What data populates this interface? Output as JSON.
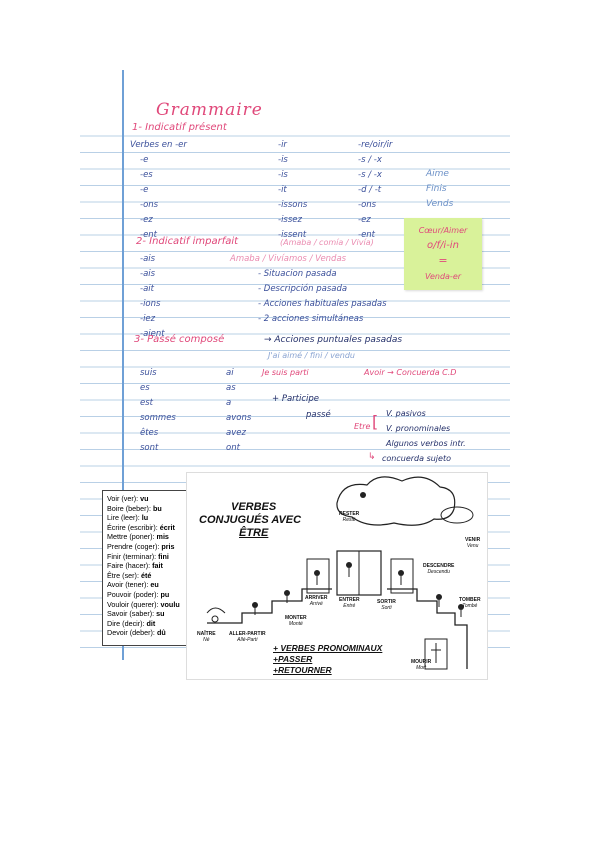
{
  "title": "Grammaire",
  "section1": {
    "heading": "1- Indicatif présent",
    "col_heads": [
      "Verbes en -er",
      "-ir",
      "-re/oir/ir"
    ],
    "rows": [
      [
        "-e",
        "-is",
        "-s / -x"
      ],
      [
        "-es",
        "-is",
        "-s / -x"
      ],
      [
        "-e",
        "-it",
        "-d / -t"
      ],
      [
        "-ons",
        "-issons",
        "-ons"
      ],
      [
        "-ez",
        "-issez",
        "-ez"
      ],
      [
        "-ent",
        "-issent",
        "-ent"
      ]
    ],
    "examples": [
      "Aime",
      "Finis",
      "Vends"
    ]
  },
  "sticky": {
    "line1": "Cœur/Aimer",
    "line2": "o/f/i-in",
    "line3": "=",
    "line4": "Venda-er"
  },
  "section2": {
    "heading": "2- Indicatif imparfait",
    "heading_note": "(Amaba / comía / Vivía)",
    "rows": [
      [
        "-ais",
        "Amaba / Vivíamos / Vendas"
      ],
      [
        "-ais",
        "- Situacion pasada"
      ],
      [
        "-ait",
        "- Descripción pasada"
      ],
      [
        "-ions",
        "- Acciones habituales pasadas"
      ],
      [
        "-iez",
        "- 2 acciones simultáneas"
      ],
      [
        "-aient",
        ""
      ]
    ]
  },
  "section3": {
    "heading": "3- Passé composé",
    "heading_note": "→ Acciones puntuales pasadas",
    "example_line": "J'ai aimé / fini / vendu",
    "etre": [
      "suis",
      "es",
      "est",
      "sommes",
      "êtes",
      "sont"
    ],
    "avoir": [
      "ai",
      "as",
      "a",
      "avons",
      "avez",
      "ont"
    ],
    "participle_note": "Je suis parti",
    "avoir_note": "Avoir → Concuerda C.D",
    "plus": "+ Participe",
    "passe": "passé",
    "bracket_head": "Etre",
    "bracket": [
      "V. pasivos",
      "V. pronominales",
      "Algunos verbos intr."
    ],
    "agree": "concuerda sujeto"
  },
  "verbs": [
    {
      "v": "Voir (ver):",
      "p": "vu"
    },
    {
      "v": "Boire (beber):",
      "p": "bu"
    },
    {
      "v": "Lire (leer):",
      "p": "lu"
    },
    {
      "v": "Écrire (escribir):",
      "p": "écrit"
    },
    {
      "v": "Mettre (poner):",
      "p": "mis"
    },
    {
      "v": "Prendre (coger):",
      "p": "pris"
    },
    {
      "v": "Finir (terminar):",
      "p": "fini"
    },
    {
      "v": "Faire (hacer):",
      "p": "fait"
    },
    {
      "v": "Être (ser):",
      "p": "été"
    },
    {
      "v": "Avoir (tener):",
      "p": "eu"
    },
    {
      "v": "Pouvoir (poder):",
      "p": "pu"
    },
    {
      "v": "Vouloir (querer):",
      "p": "voulu"
    },
    {
      "v": "Savoir (saber):",
      "p": "su"
    },
    {
      "v": "Dire (decir):",
      "p": "dit"
    },
    {
      "v": "Devoir (deber):",
      "p": "dû"
    }
  ],
  "clipping": {
    "title1": "VERBES",
    "title2": "CONJUGUÉS AVEC",
    "title3": "ÊTRE",
    "labels": {
      "rester": "RESTER",
      "rester_pp": "Resté",
      "venir": "VENIR",
      "venir_pp": "Venu",
      "descendre": "DESCENDRE",
      "descendre_pp": "Descendu",
      "arriver": "ARRIVER",
      "arriver_pp": "Arrivé",
      "entrer": "ENTRER",
      "entrer_pp": "Entré",
      "sortir": "SORTIR",
      "sortir_pp": "Sorti",
      "tomber": "TOMBER",
      "tomber_pp": "Tombé",
      "monter": "MONTER",
      "monter_pp": "Monté",
      "naitre": "NAÎTRE",
      "naitre_pp": "Né",
      "aller": "ALLER-PARTIR",
      "aller_pp": "Allé-Parti",
      "mourir": "MOURIR",
      "mourir_pp": "Mort"
    },
    "footer": [
      "+ VERBES PRONOMINAUX",
      "+PASSER",
      "+RETOURNER"
    ]
  }
}
